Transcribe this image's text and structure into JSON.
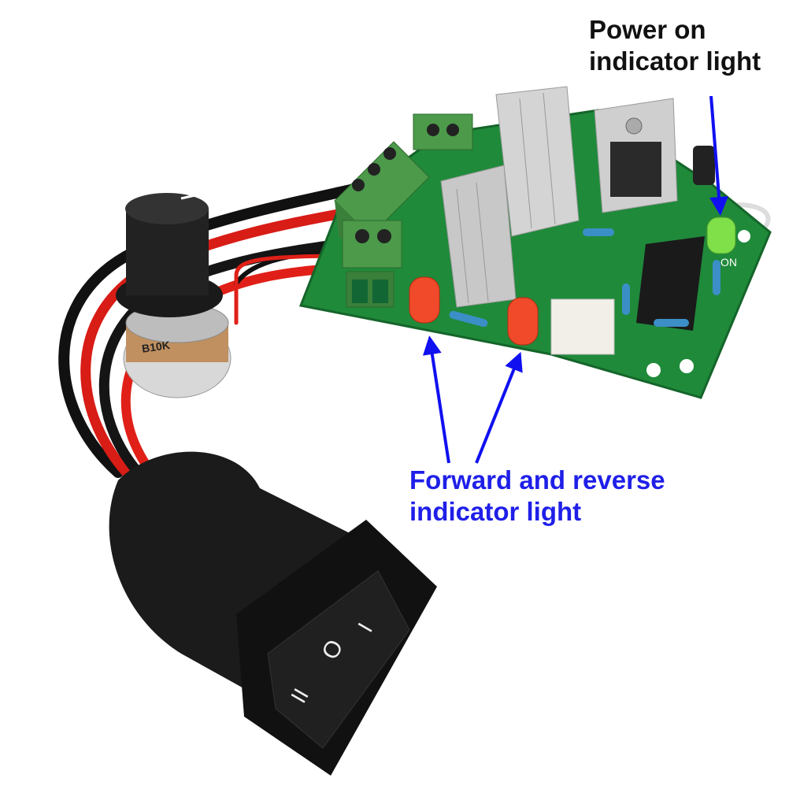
{
  "annotations": {
    "power_on": {
      "line1": "Power on",
      "line2": "indicator light",
      "color": "#111111"
    },
    "forward_reverse": {
      "line1": "Forward and reverse",
      "line2": "indicator light",
      "color": "#1f1fe8"
    },
    "arrow_color": "#1010f0"
  },
  "product_markings": {
    "potentiometer": "B10K",
    "board_on": "ON",
    "switch_positions": [
      "I",
      "O",
      "II"
    ]
  }
}
